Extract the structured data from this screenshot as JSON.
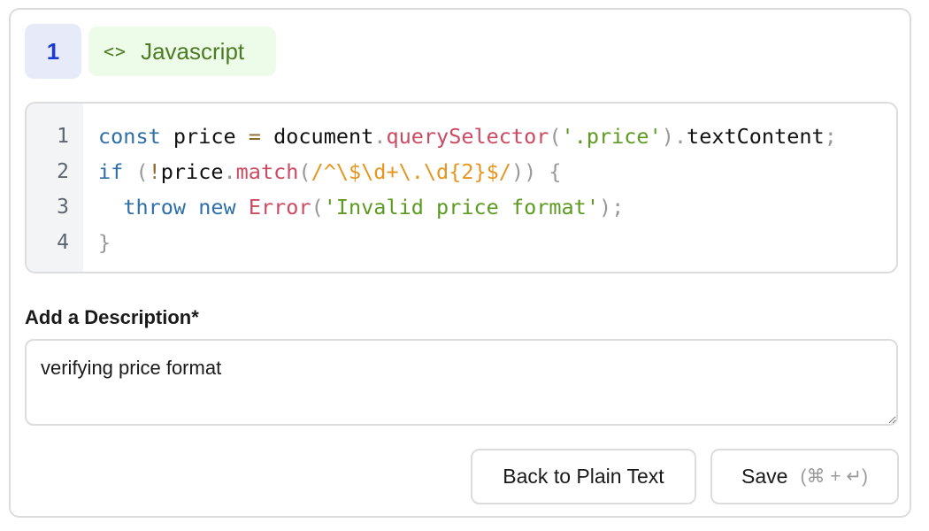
{
  "step_number": "1",
  "language": {
    "icon": "code-brackets-icon",
    "glyph": "<>",
    "label": "Javascript"
  },
  "code": {
    "line_numbers": [
      "1",
      "2",
      "3",
      "4"
    ],
    "lines": [
      [
        [
          "kw",
          "const"
        ],
        [
          "id",
          " price "
        ],
        [
          "op",
          "="
        ],
        [
          "id",
          " document"
        ],
        [
          "punc",
          "."
        ],
        [
          "fn",
          "querySelector"
        ],
        [
          "punc",
          "("
        ],
        [
          "str",
          "'.price'"
        ],
        [
          "punc",
          ")"
        ],
        [
          "punc",
          "."
        ],
        [
          "id",
          "textContent"
        ],
        [
          "punc",
          ";"
        ]
      ],
      [
        [
          "kw",
          "if"
        ],
        [
          "punc",
          " ("
        ],
        [
          "op",
          "!"
        ],
        [
          "id",
          "price"
        ],
        [
          "punc",
          "."
        ],
        [
          "fn",
          "match"
        ],
        [
          "punc",
          "("
        ],
        [
          "re",
          "/^\\$\\d+\\.\\d{2}$/"
        ],
        [
          "punc",
          ")) {"
        ]
      ],
      [
        [
          "id",
          "  "
        ],
        [
          "kw",
          "throw"
        ],
        [
          "id",
          " "
        ],
        [
          "kw",
          "new"
        ],
        [
          "id",
          " "
        ],
        [
          "fn",
          "Error"
        ],
        [
          "punc",
          "("
        ],
        [
          "str",
          "'Invalid price format'"
        ],
        [
          "punc",
          ");"
        ]
      ],
      [
        [
          "punc",
          "}"
        ]
      ]
    ]
  },
  "description": {
    "label": "Add a Description*",
    "value": "verifying price format"
  },
  "buttons": {
    "back": "Back to Plain Text",
    "save": "Save",
    "save_hint": "(⌘ + ↵)"
  },
  "colors": {
    "step": "#1a3bd1",
    "language": "#4e7a24"
  }
}
